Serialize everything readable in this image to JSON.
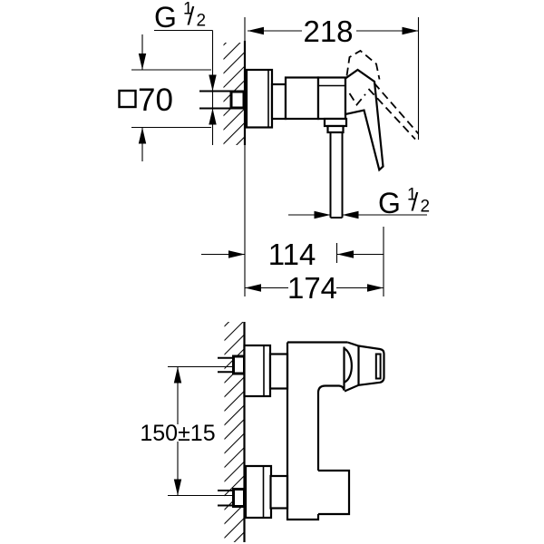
{
  "drawing": {
    "type": "technical-dimension-drawing",
    "colors": {
      "line": "#000000",
      "background": "#ffffff"
    },
    "side_view": {
      "thread_inlet": {
        "letter": "G",
        "numerator": "1",
        "slash": "/",
        "denominator": "2"
      },
      "flange_dim": {
        "symbol": "□",
        "value": "70"
      },
      "dim_total_depth": "218",
      "dim_outlet_offset": "114",
      "dim_body_depth": "174",
      "thread_outlet": {
        "letter": "G",
        "numerator": "1",
        "slash": "/",
        "denominator": "2"
      }
    },
    "plan_view": {
      "dim_inlet_spacing": "150±15"
    }
  }
}
